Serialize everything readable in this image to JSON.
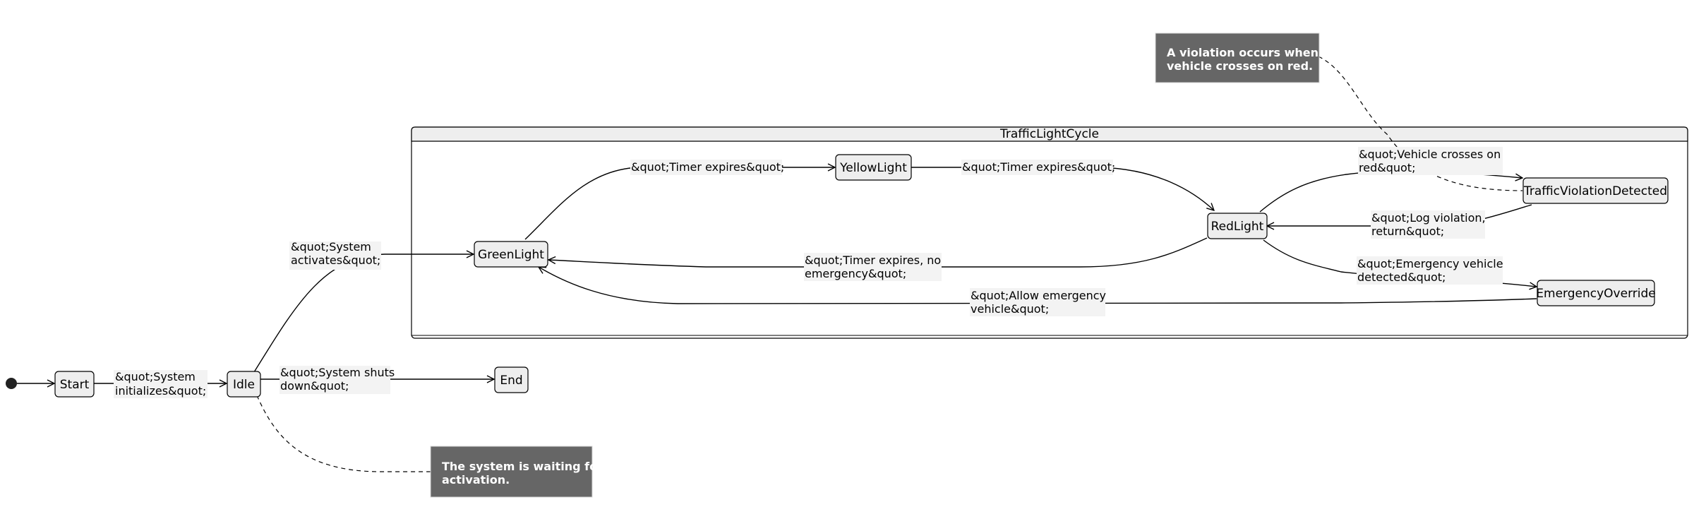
{
  "composite": {
    "title": "TrafficLightCycle"
  },
  "states": {
    "start": "Start",
    "idle": "Idle",
    "end": "End",
    "green": "GreenLight",
    "yellow": "YellowLight",
    "red": "RedLight",
    "violation": "TrafficViolationDetected",
    "emergency": "EmergencyOverride"
  },
  "transitions": {
    "start_idle": [
      "&quot;System",
      "initializes&quot;"
    ],
    "idle_green": [
      "&quot;System",
      "activates&quot;"
    ],
    "idle_end": [
      "&quot;System shuts",
      "down&quot;"
    ],
    "green_yellow": [
      "&quot;Timer expires&quot;"
    ],
    "yellow_red": [
      "&quot;Timer expires&quot;"
    ],
    "red_green": [
      "&quot;Timer expires, no",
      "emergency&quot;"
    ],
    "red_violation": [
      "&quot;Vehicle crosses on",
      "red&quot;"
    ],
    "violation_red": [
      "&quot;Log violation,",
      "return&quot;"
    ],
    "red_emergency": [
      "&quot;Emergency vehicle",
      "detected&quot;"
    ],
    "emergency_green": [
      "&quot;Allow emergency",
      "vehicle&quot;"
    ]
  },
  "notes": {
    "violation": [
      "A violation occurs when a",
      "vehicle crosses on red."
    ],
    "idle": [
      "The system is waiting for",
      "activation."
    ]
  }
}
